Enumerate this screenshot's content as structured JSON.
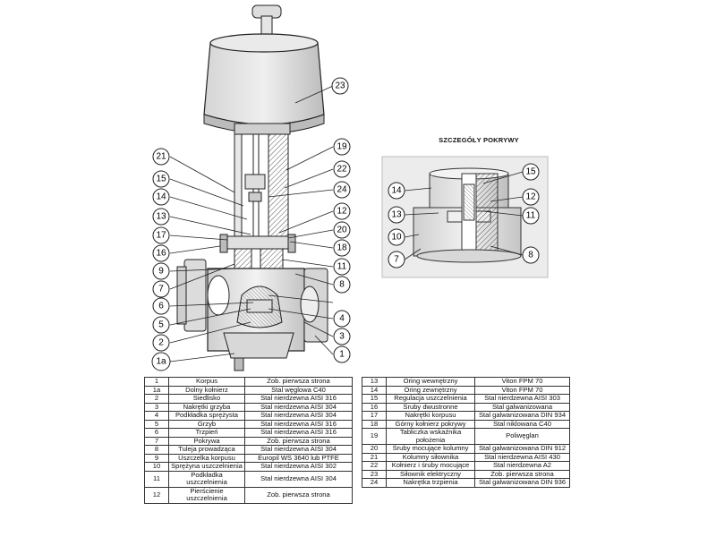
{
  "detail": {
    "title": "SZCZEGÓŁY POKRYWY"
  },
  "callouts_main": [
    "23",
    "21",
    "15",
    "14",
    "13",
    "17",
    "16",
    "9",
    "7",
    "6",
    "5",
    "2",
    "1a",
    "19",
    "22",
    "24",
    "12",
    "20",
    "18",
    "11",
    "8",
    "4",
    "3",
    "1"
  ],
  "callouts_detail": [
    "15",
    "14",
    "12",
    "13",
    "11",
    "10",
    "7",
    "8"
  ],
  "parts_left": [
    {
      "no": "1",
      "name": "Korpus",
      "material": "Zob. pierwsza strona"
    },
    {
      "no": "1a",
      "name": "Dolny kołnierz",
      "material": "Stal węglowa C40"
    },
    {
      "no": "2",
      "name": "Siedlisko",
      "material": "Stal nierdzewna AISI 316"
    },
    {
      "no": "3",
      "name": "Nakrętki grzyba",
      "material": "Stal nierdzewna AISI 304"
    },
    {
      "no": "4",
      "name": "Podkładka sprężysta",
      "material": "Stal nierdzewna AISI 304"
    },
    {
      "no": "5",
      "name": "Grzyb",
      "material": "Stal nierdzewna AISI 316"
    },
    {
      "no": "6",
      "name": "Trzpień",
      "material": "Stal nierdzewna AISI 316"
    },
    {
      "no": "7",
      "name": "Pokrywa",
      "material": "Zob. pierwsza strona"
    },
    {
      "no": "8",
      "name": "Tuleja prowadząca",
      "material": "Stal nierdzewna AISI 304"
    },
    {
      "no": "9",
      "name": "Uszczelka korpusu",
      "material": "Europil WS 3640 lub PTFE"
    },
    {
      "no": "10",
      "name": "Sprężyna uszczelnienia",
      "material": "Stal nierdzewna AISI 302"
    },
    {
      "no": "11",
      "name": "Podkładka uszczelnienia",
      "material": "Stal nierdzewna AISI 304"
    },
    {
      "no": "12",
      "name": "Pierścienie uszczelnienia",
      "material": "Zob. pierwsza strona"
    }
  ],
  "parts_right": [
    {
      "no": "13",
      "name": "Oring wewnętrzny",
      "material": "Viton FPM 70"
    },
    {
      "no": "14",
      "name": "Oring zewnętrzny",
      "material": "Viton FPM 70"
    },
    {
      "no": "15",
      "name": "Regulacja uszczelnienia",
      "material": "Stal nierdzewna AISI 303"
    },
    {
      "no": "16",
      "name": "Śruby dwustronne",
      "material": "Stal galwanizowana"
    },
    {
      "no": "17",
      "name": "Nakrętki korpusu",
      "material": "Stal galwanizowana DIN 934"
    },
    {
      "no": "18",
      "name": "Górny kołnierz pokrywy",
      "material": "Stal niklowana C40"
    },
    {
      "no": "19",
      "name": "Tabliczka wskaźnika położenia",
      "material": "Poliwęglan"
    },
    {
      "no": "20",
      "name": "Śruby mocujące kolumny",
      "material": "Stal galwanizowana DIN 912"
    },
    {
      "no": "21",
      "name": "Kolumny siłownika",
      "material": "Stal nierdzewna AISI 430"
    },
    {
      "no": "22",
      "name": "Kołnierz i śruby mocujące",
      "material": "Stal nierdzewna A2"
    },
    {
      "no": "23",
      "name": "Siłownik elektryczny",
      "material": "Zob. pierwsza strona"
    },
    {
      "no": "24",
      "name": "Nakrętka trzpienia",
      "material": "Stal galwanizowana DIN 936"
    }
  ]
}
